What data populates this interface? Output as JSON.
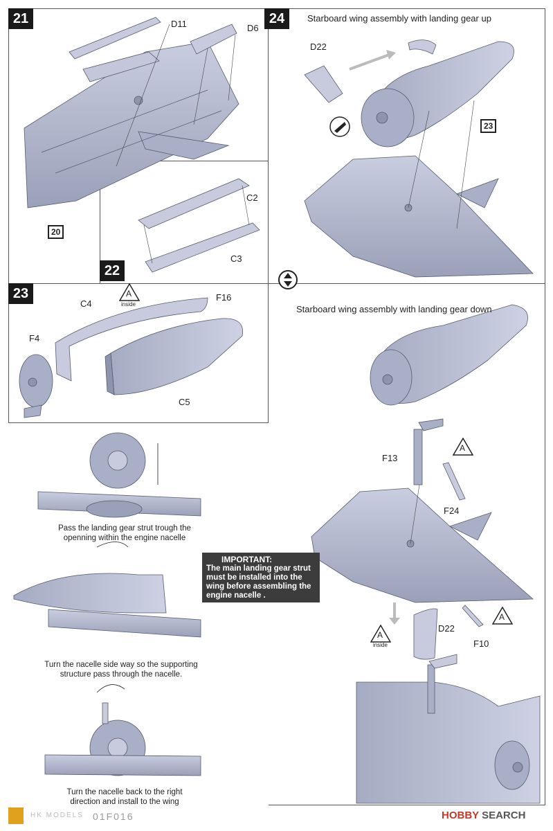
{
  "steps": {
    "s21": {
      "number": "21",
      "parts": {
        "d11": "D11",
        "d6": "D6"
      },
      "ref": "20"
    },
    "s22": {
      "number": "22",
      "parts": {
        "c2": "C2",
        "c3": "C3"
      }
    },
    "s23": {
      "number": "23",
      "parts": {
        "c4": "C4",
        "f16": "F16",
        "f4": "F4",
        "c5": "C5"
      },
      "note_letter": "A",
      "note_sub": "inside"
    },
    "s24": {
      "number": "24",
      "title_up": "Starboard wing assembly with landing gear up",
      "title_down": "Starboard wing assembly with landing gear down",
      "parts": {
        "d22": "D22",
        "f13": "F13",
        "f24": "F24",
        "d22b": "D22",
        "f10": "F10"
      },
      "ref": "23",
      "note_letter": "A",
      "note_sub": "inside"
    }
  },
  "captions": {
    "cap1": "Pass the landing gear strut trough the\nopenning within the engine nacelle",
    "cap2": "Turn the nacelle side way so the supporting\nstructure pass through the nacelle.",
    "cap3": "Turn the nacelle back to the right\ndirection and install to the wing"
  },
  "important": {
    "title": "IMPORTANT:",
    "body": "The main landing gear strut\nmust be installed into the\nwing before assembling the\nengine nacelle ."
  },
  "footer": {
    "brand": "HK MODELS",
    "code": "01F016",
    "watermark_a": "HOBBY",
    "watermark_b": "SEARCH"
  },
  "colors": {
    "part": "#b8bdd0",
    "part_dark": "#8e94ab",
    "outline": "#555a6e",
    "panel": "#3c3c3c"
  }
}
